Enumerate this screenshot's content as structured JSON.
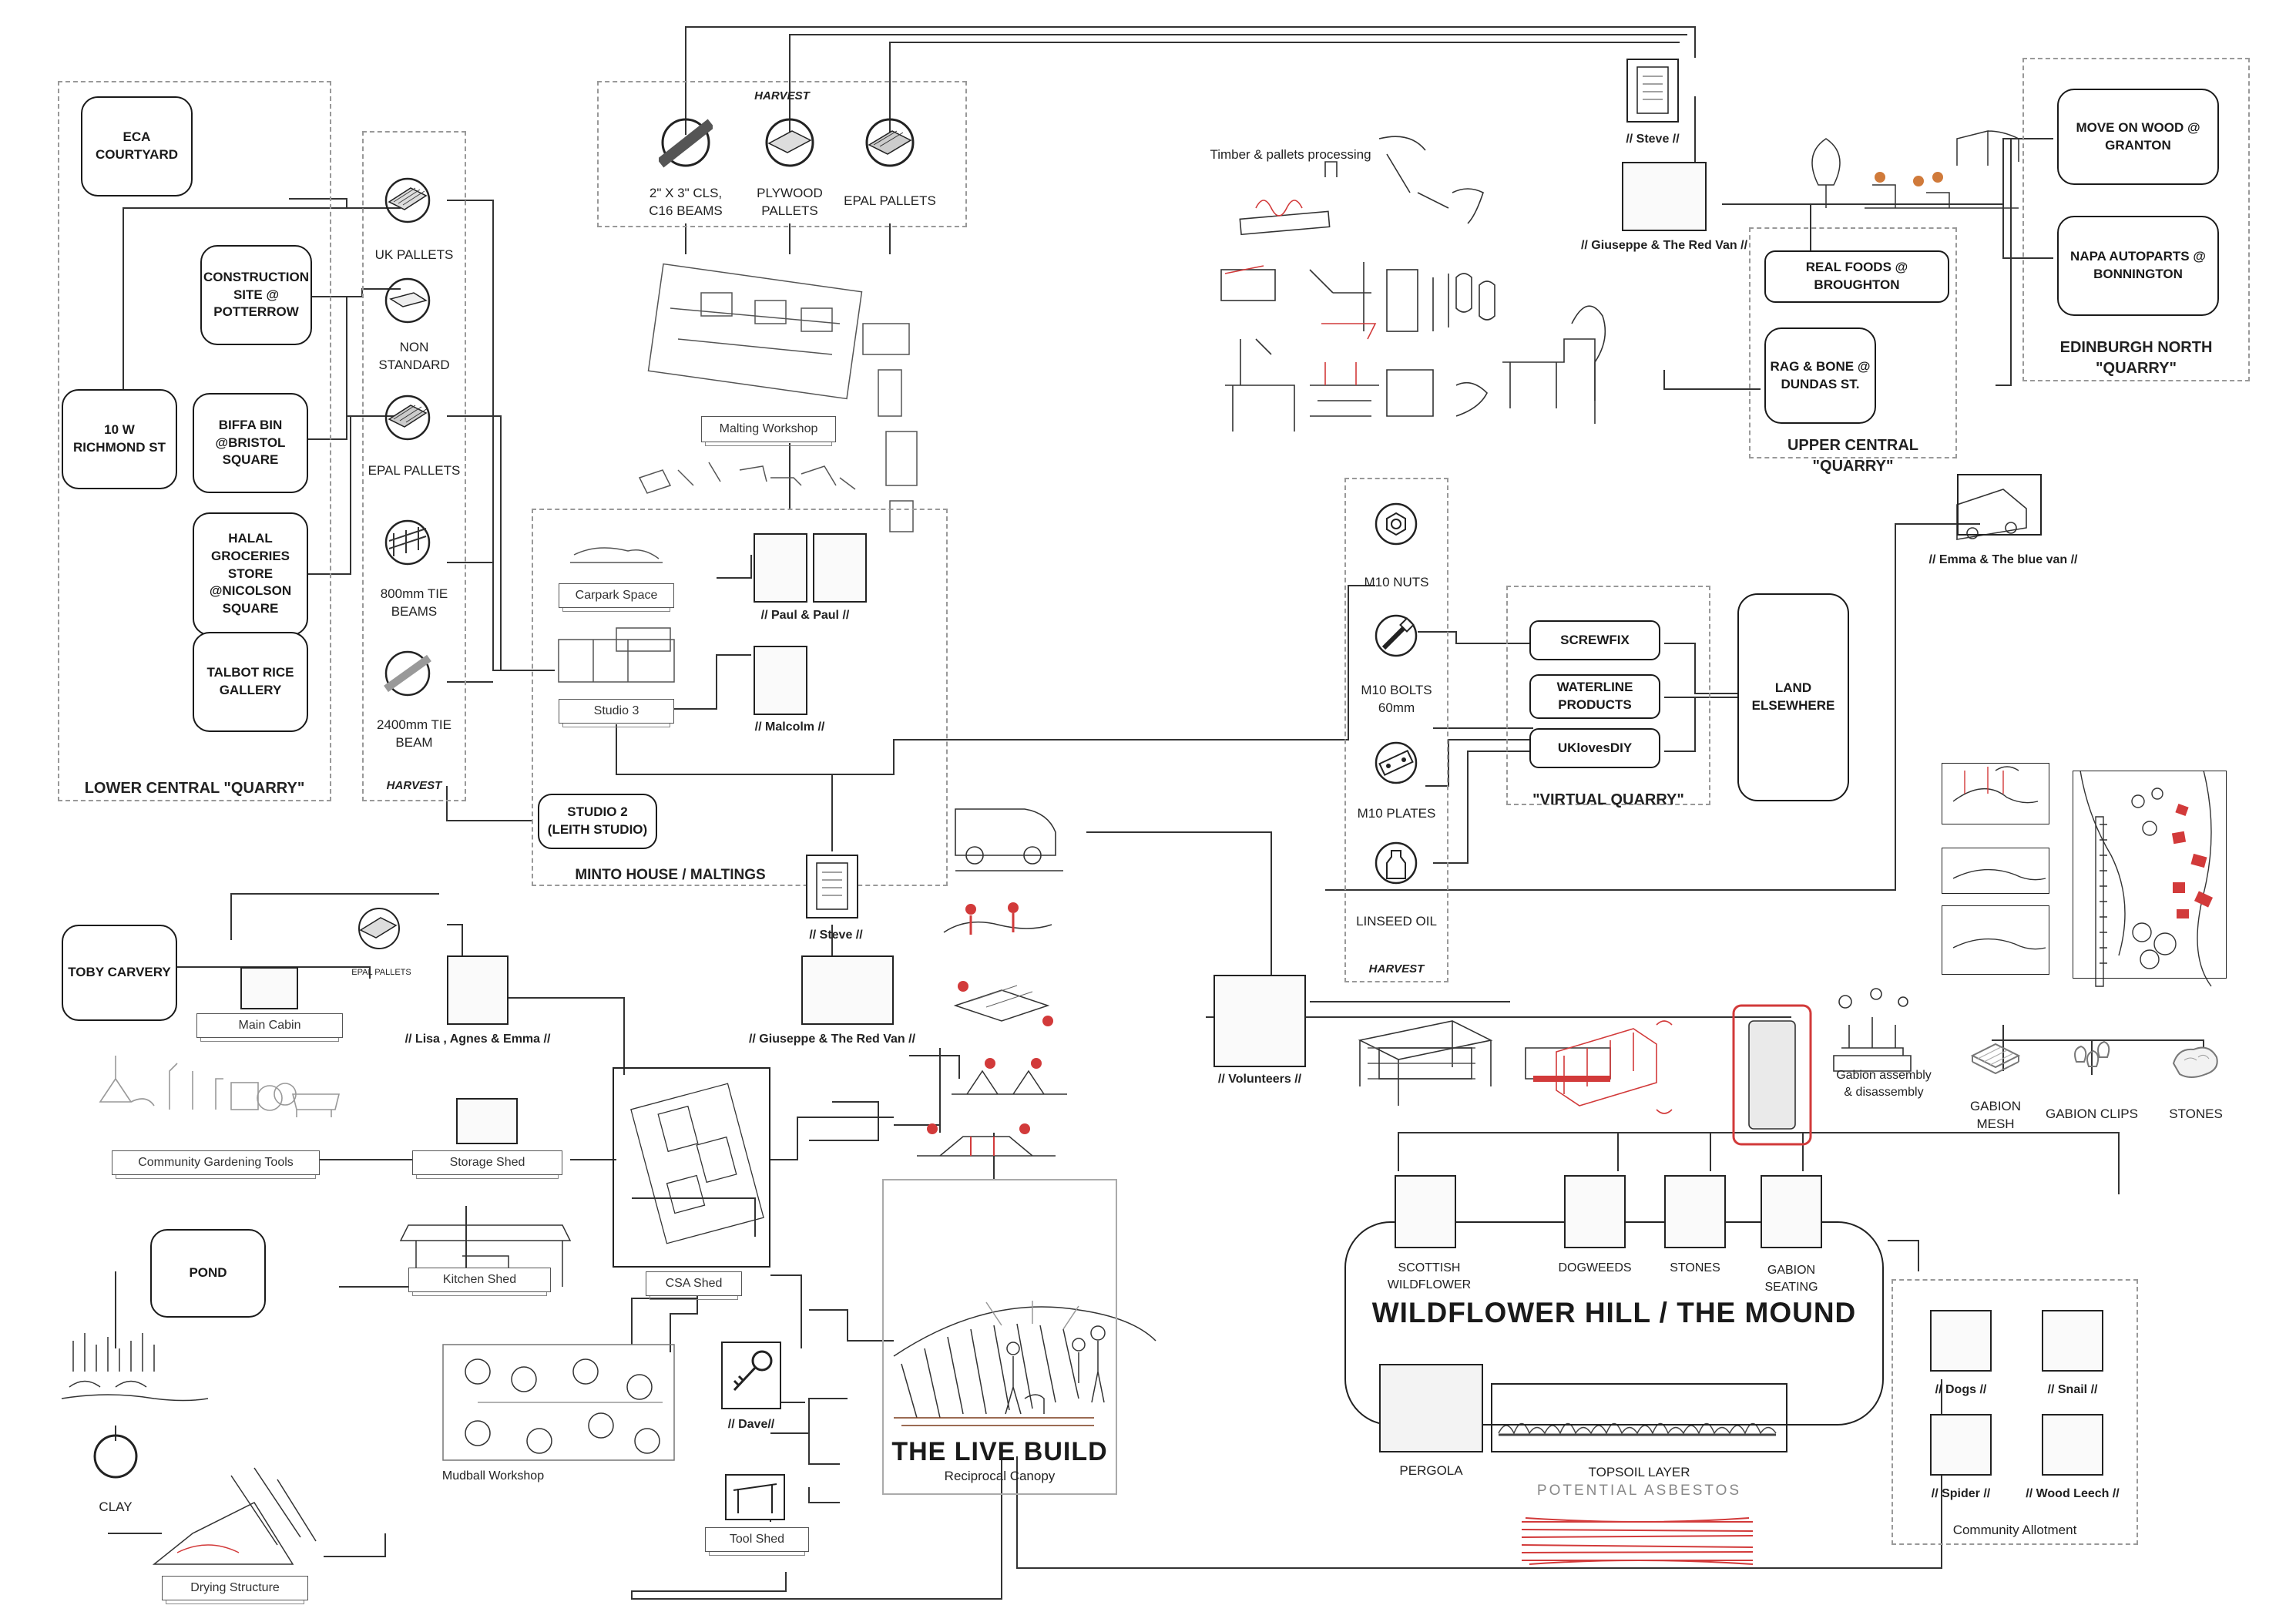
{
  "quarries": {
    "lower": {
      "title": "LOWER CENTRAL \"QUARRY\"",
      "sources": [
        "ECA\nCOURTYARD",
        "CONSTRUCTION\nSITE @\nPOTTERROW",
        "10 W\nRICHMOND ST",
        "BIFFA BIN\n@BRISTOL\nSQUARE",
        "HALAL\nGROCERIES\nSTORE\n@NICOLSON\nSQUARE",
        "TALBOT RICE\nGALLERY"
      ],
      "materials": [
        "UK PALLETS",
        "NON\nSTANDARD",
        "EPAL PALLETS",
        "800mm TIE\nBEAMS",
        "2400mm TIE\nBEAM"
      ],
      "harvest": "HARVEST"
    },
    "top_harvest": {
      "title": "HARVEST",
      "materials": [
        "2\" X 3\" CLS,\nC16 BEAMS",
        "PLYWOOD\nPALLETS",
        "EPAL PALLETS"
      ]
    },
    "upper": {
      "title": "UPPER CENTRAL \"QUARRY\"",
      "sources": [
        "REAL FOODS @ BROUGHTON",
        "RAG & BONE @\nDUNDAS ST."
      ]
    },
    "north": {
      "title": "EDINBURGH NORTH\n\"QUARRY\"",
      "sources": [
        "MOVE ON WOOD @\nGRANTON",
        "NAPA AUTOPARTS @\nBONNINGTON"
      ]
    },
    "virtual": {
      "title": "\"VIRTUAL QUARRY\"",
      "sources": [
        "SCREWFIX",
        "WATERLINE\nPRODUCTS",
        "UKlovesDIY"
      ],
      "land": "LAND\nELSEWHERE"
    },
    "hardware": {
      "items": [
        "M10 NUTS",
        "M10 BOLTS\n60mm",
        "M10 PLATES",
        "LINSEED OIL"
      ],
      "harvest": "HARVEST"
    }
  },
  "minto": {
    "title": "MINTO HOUSE / MALTINGS",
    "spaces": [
      "Malting Workshop",
      "Carpark Space",
      "Studio 3"
    ],
    "studio2": "STUDIO 2\n(LEITH STUDIO)"
  },
  "people": {
    "steve_top": "// Steve  //",
    "giuseppe_top": "// Giuseppe & The Red Van //",
    "emma": "// Emma & The blue van //",
    "paul": "// Paul & Paul //",
    "malcolm": "// Malcolm  //",
    "steve_mid": "// Steve  //",
    "giuseppe_mid": "// Giuseppe & The Red Van //",
    "lisa": "// Lisa , Agnes & Emma //",
    "volunteers": "// Volunteers //",
    "dave": "// Dave//"
  },
  "timber": {
    "title": "Timber & pallets processing"
  },
  "community": {
    "toby": "TOBY CARVERY",
    "epal_small": "EPAL PALLETS",
    "main_cabin": "Main Cabin",
    "tools": "Community Gardening Tools",
    "storage": "Storage Shed",
    "csa": "CSA Shed",
    "kitchen": "Kitchen Shed",
    "pond": "POND",
    "clay": "CLAY",
    "mudball": "Mudball Workshop",
    "drying": "Drying Structure",
    "tool_shed": "Tool Shed"
  },
  "live_build": {
    "title": "THE LIVE BUILD",
    "subtitle": "Reciprocal Canopy"
  },
  "gabion": {
    "caption": "Gabion assembly\n& disassembly",
    "items": [
      "GABION\nMESH",
      "GABION CLIPS",
      "STONES"
    ]
  },
  "mound": {
    "title": "WILDFLOWER HILL / THE MOUND",
    "items": [
      "SCOTTISH WILDFLOWER",
      "DOGWEEDS",
      "STONES",
      "GABION\nSEATING"
    ],
    "pergola": "PERGOLA",
    "topsoil": "TOPSOIL LAYER",
    "asbestos": "POTENTIAL ASBESTOS"
  },
  "allotment": {
    "title": "Community Allotment",
    "species": [
      "// Dogs //",
      "// Snail //",
      "// Spider //",
      "// Wood Leech //"
    ]
  },
  "colors": {
    "ink": "#1a1a1a",
    "accent_red": "#d23a3a",
    "dash": "#999999"
  }
}
